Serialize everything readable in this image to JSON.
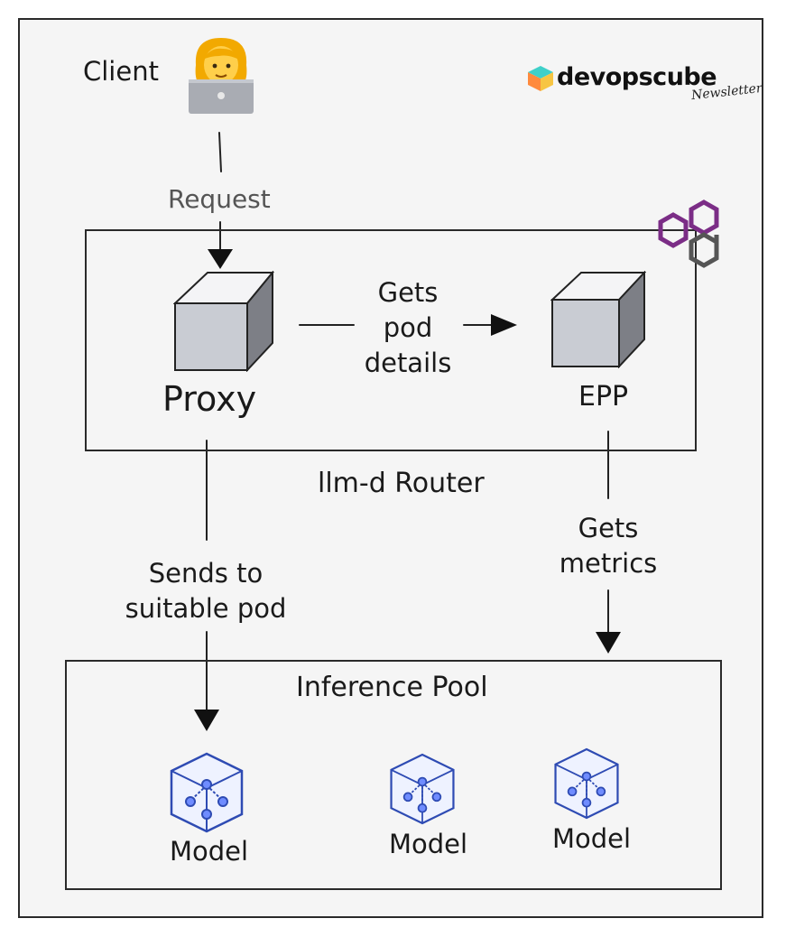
{
  "client_label": "Client",
  "request_label": "Request",
  "brand": {
    "name": "devopscube",
    "sub": "Newsletter"
  },
  "router": {
    "label": "llm-d Router",
    "proxy_label": "Proxy",
    "epp_label": "EPP",
    "edge_label": "Gets\npod\ndetails"
  },
  "sends_label": "Sends to\nsuitable pod",
  "metrics_label": "Gets\nmetrics",
  "pool": {
    "label": "Inference Pool",
    "models": [
      "Model",
      "Model",
      "Model"
    ]
  },
  "colors": {
    "frame_bg": "#f5f5f5",
    "cube_front": "#c9ccd3",
    "model_icon": "#3b5bdb",
    "logo_purple": "#7b2d86",
    "logo_gray": "#555555"
  },
  "icons": {
    "client": "person-with-laptop-icon",
    "logo": "llm-d-logo-icon",
    "node": "cube-icon",
    "model": "model-cube-icon"
  }
}
